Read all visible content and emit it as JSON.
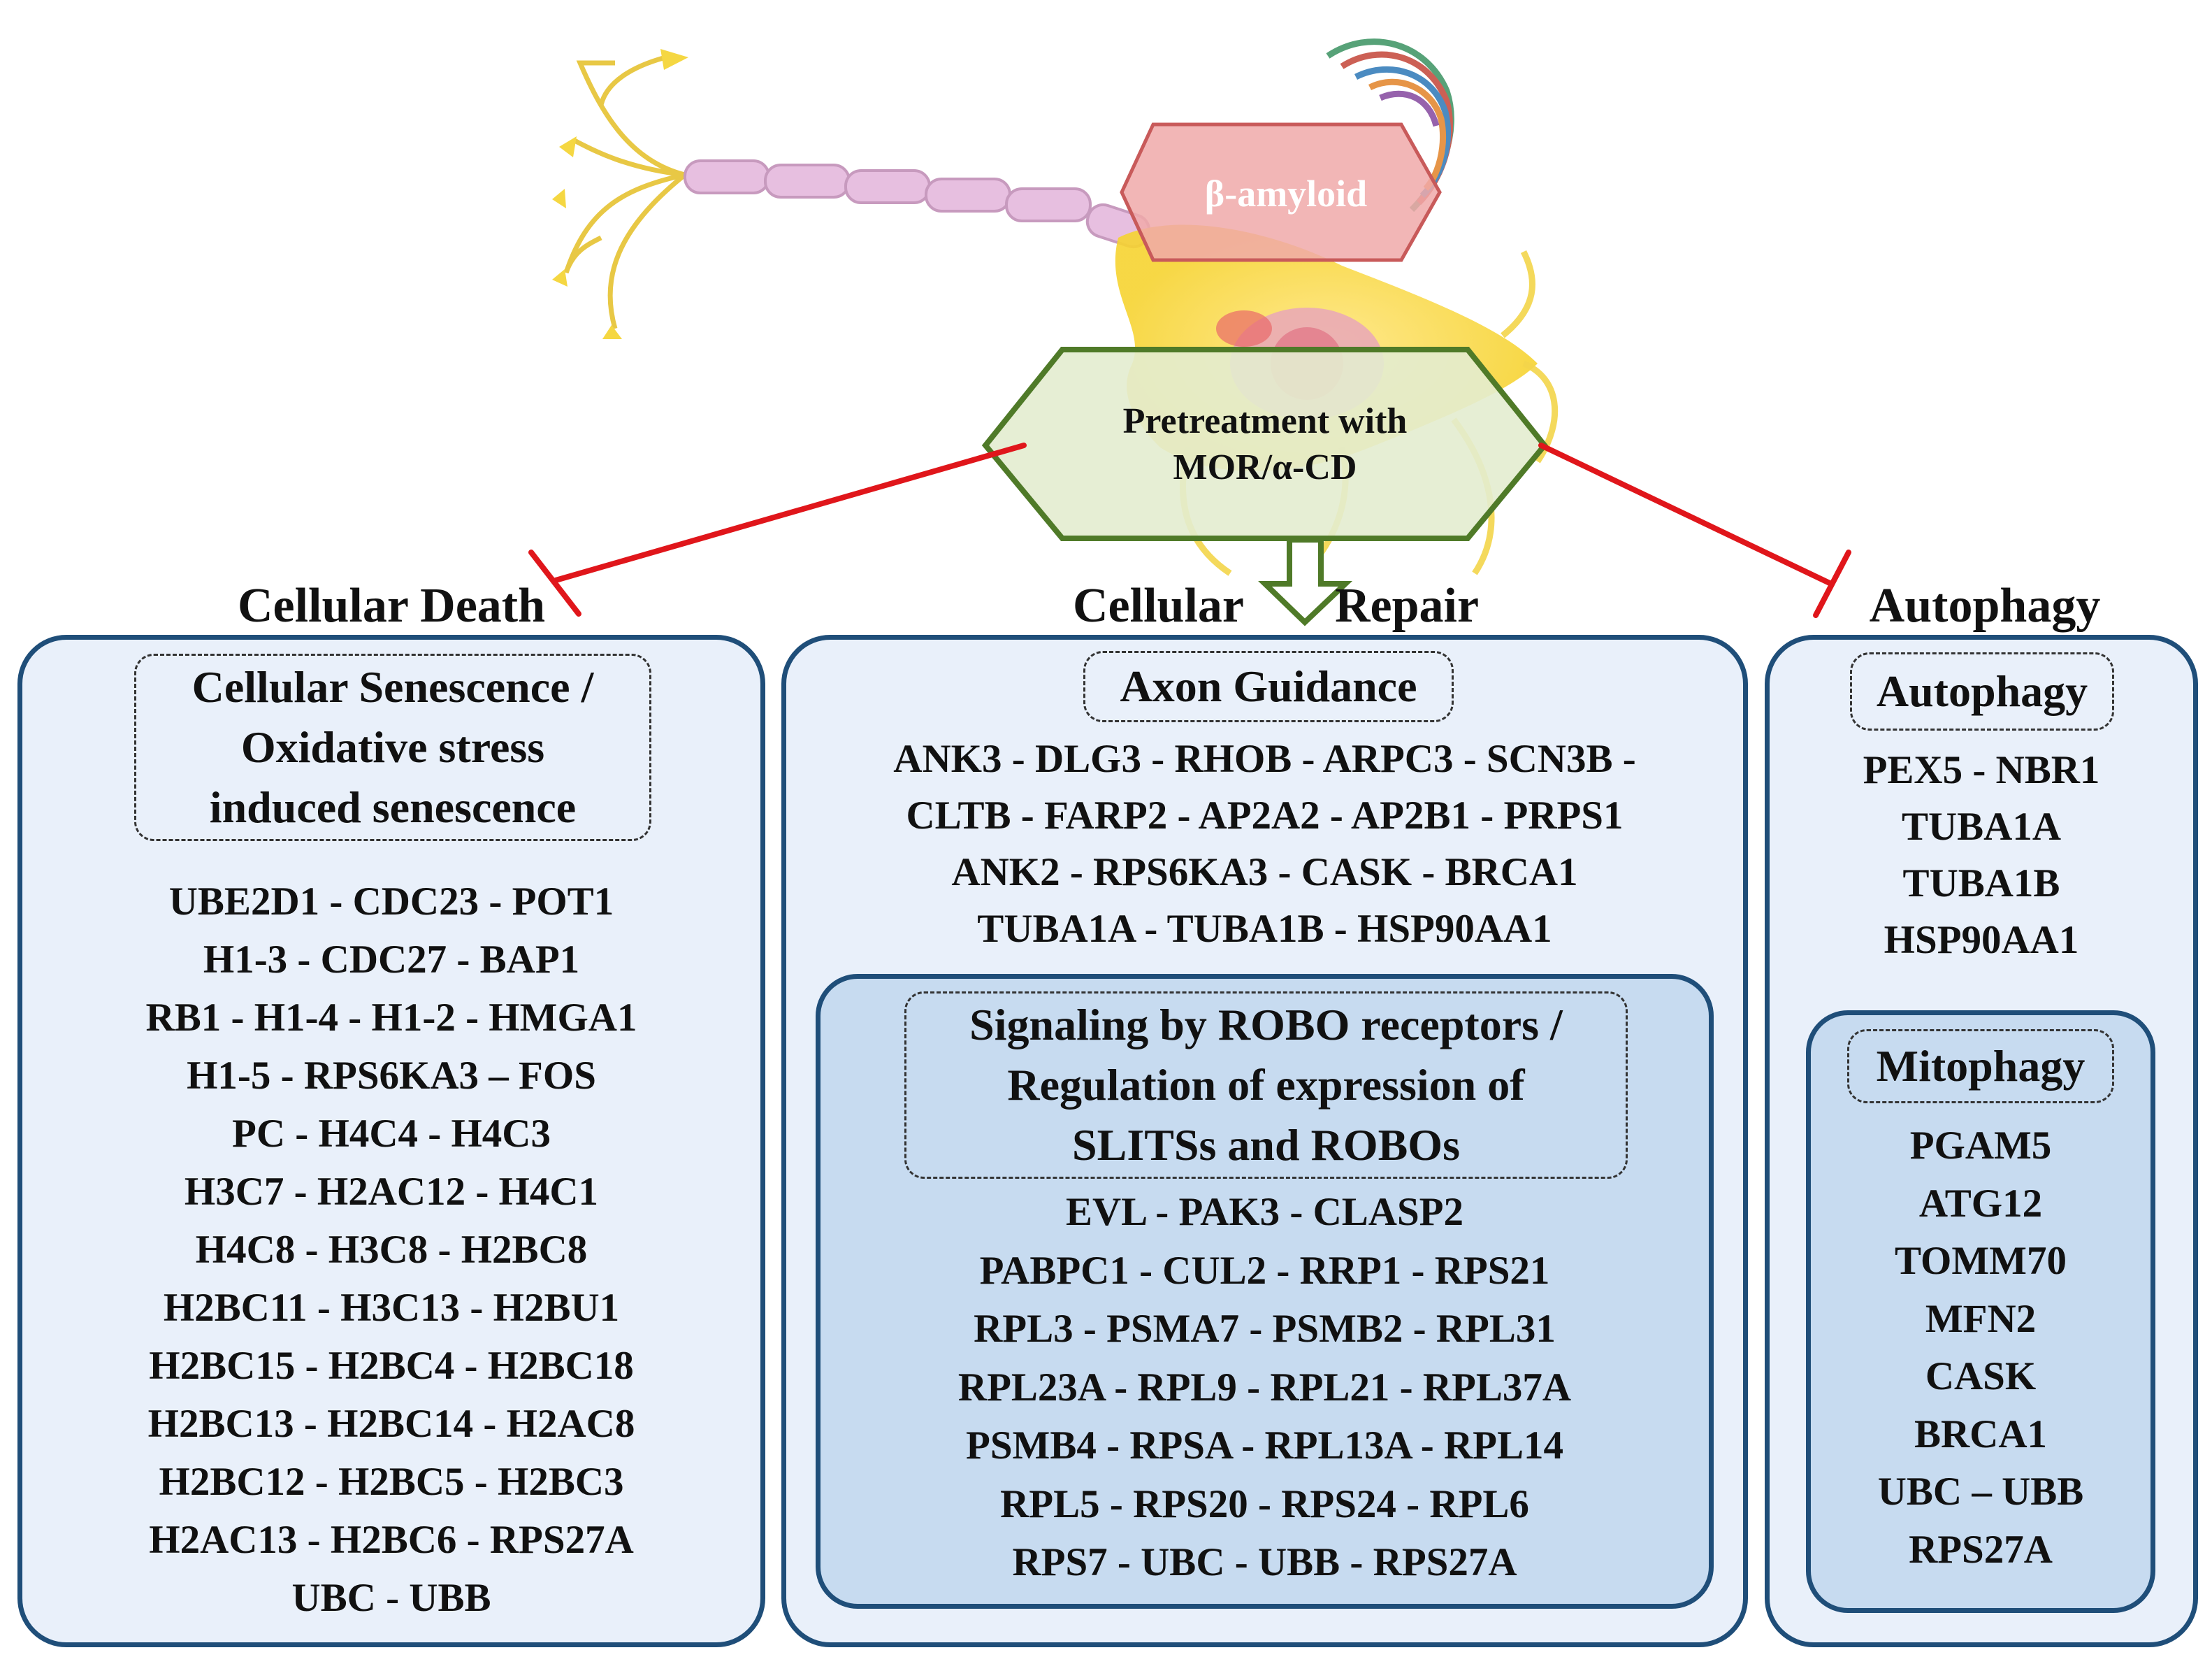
{
  "amyloid_label": "β-amyloid",
  "treatment": {
    "line1": "Pretreatment with",
    "line2": "MOR/α-CD"
  },
  "headers": {
    "left": "Cellular Death",
    "center_a": "Cellular",
    "center_b": "Repair",
    "right": "Autophagy"
  },
  "death": {
    "box_lines": [
      "Cellular Senescence /",
      "Oxidative stress",
      "induced senescence"
    ],
    "genes": [
      "UBE2D1 - CDC23 - POT1",
      "H1-3 - CDC27 - BAP1",
      "RB1 - H1-4 - H1-2 - HMGA1",
      "H1-5 - RPS6KA3 – FOS",
      "PC - H4C4 - H4C3",
      "H3C7 - H2AC12 - H4C1",
      "H4C8 - H3C8 - H2BC8",
      "H2BC11 - H3C13 - H2BU1",
      "H2BC15 - H2BC4 - H2BC18",
      "H2BC13 - H2BC14 - H2AC8",
      "H2BC12 - H2BC5 - H2BC3",
      "H2AC13 - H2BC6 - RPS27A",
      "UBC - UBB"
    ]
  },
  "repair": {
    "box_title": "Axon Guidance",
    "genes": [
      "ANK3 - DLG3 - RHOB - ARPC3 - SCN3B -",
      "CLTB - FARP2 - AP2A2 - AP2B1 - PRPS1",
      "ANK2 - RPS6KA3 - CASK - BRCA1",
      "TUBA1A - TUBA1B - HSP90AA1"
    ],
    "robo_lines": [
      "Signaling by ROBO receptors /",
      "Regulation of expression of",
      "SLITSs and ROBOs"
    ],
    "robo_genes": [
      "EVL - PAK3 - CLASP2",
      "PABPC1 - CUL2 - RRP1 - RPS21",
      "RPL3 - PSMA7 - PSMB2 - RPL31",
      "RPL23A - RPL9 - RPL21 - RPL37A",
      "PSMB4 - RPSA - RPL13A - RPL14",
      "RPL5 - RPS20 - RPS24  - RPL6",
      "RPS7 - UBC - UBB - RPS27A"
    ]
  },
  "autophagy": {
    "box_title": "Autophagy",
    "genes": [
      "PEX5 - NBR1",
      "TUBA1A",
      "TUBA1B",
      "HSP90AA1"
    ],
    "mito_title": "Mitophagy",
    "mito_genes": [
      "PGAM5",
      "ATG12",
      "TOMM70",
      "MFN2",
      "CASK",
      "BRCA1",
      "UBC – UBB",
      "RPS27A"
    ]
  },
  "colors": {
    "panel_border": "#1f4e79",
    "panel_fill": "#e9f0fa",
    "inner_fill": "#c7dbf0",
    "inhibit_line": "#e0161b",
    "arrow_green": "#4f7a28",
    "treatment_fill": "#e3eccf",
    "amyloid_fill": "#f0a9a9"
  }
}
